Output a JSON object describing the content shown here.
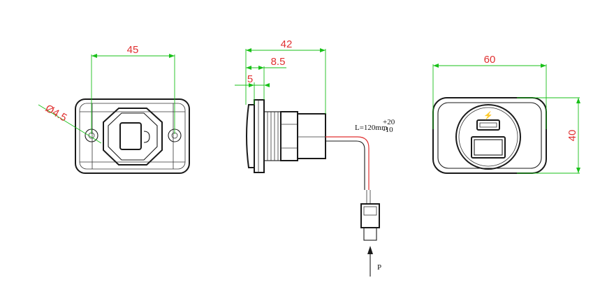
{
  "colors": {
    "outline": "#1a1a1a",
    "dimension_line": "#19c019",
    "dimension_text": "#e03030",
    "wire": "#e03030",
    "background": "#ffffff"
  },
  "front_view": {
    "width_label": "45",
    "hole_label": "Ø4.5"
  },
  "side_view": {
    "length_label": "42",
    "depth_label": "8.5",
    "flange_label": "5",
    "cable_label": "L=120mm",
    "cable_tol_plus": "+20",
    "cable_tol_minus": "-10",
    "view_arrow_label": "P"
  },
  "back_view": {
    "width_label": "60",
    "height_label": "40"
  }
}
